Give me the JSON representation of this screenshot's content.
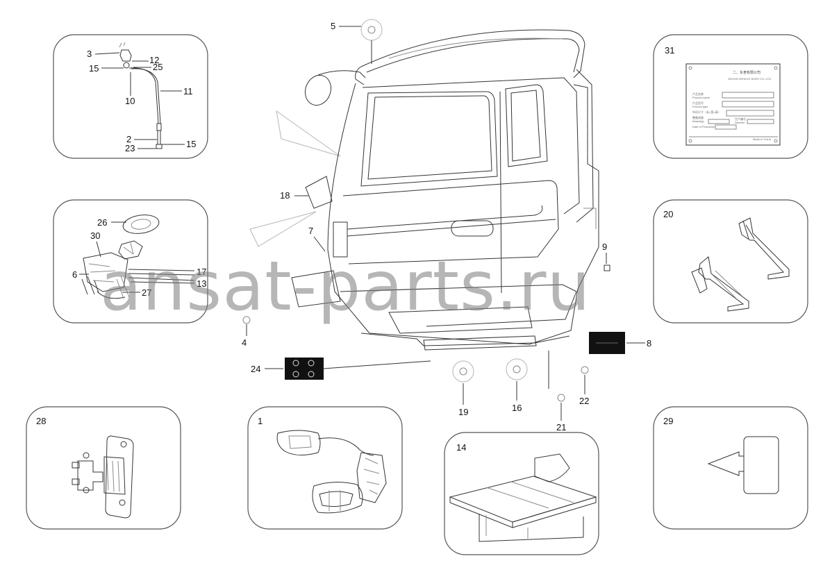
{
  "watermark": "ansat-parts.ru",
  "callouts": {
    "c1": "1",
    "c2": "2",
    "c3": "3",
    "c4": "4",
    "c5": "5",
    "c6": "6",
    "c7": "7",
    "c8": "8",
    "c9": "9",
    "c10": "10",
    "c11": "11",
    "c12": "12",
    "c13": "13",
    "c14": "14",
    "c15a": "15",
    "c15b": "15",
    "c16": "16",
    "c17": "17",
    "c18": "18",
    "c19": "19",
    "c20": "20",
    "c21": "21",
    "c22": "22",
    "c23": "23",
    "c24": "24",
    "c25": "25",
    "c26": "26",
    "c27": "27",
    "c28": "28",
    "c29": "29",
    "c30": "30",
    "c31": "31"
  },
  "nameplate": {
    "company_cn": "二、东舍有限公司",
    "company_en": "SHIYAN VEHICLE BODY CO.,LTD.",
    "row1_cn": "产品名称",
    "row1_en": "Product name",
    "row2_cn": "产品型号",
    "row2_en": "Product type",
    "row3_cn": "外形尺寸（长×宽×高）",
    "row4_cn": "整备质量",
    "row4_en": "Mass(kg)",
    "row5_cn": "生产编号",
    "row5_en": "Number",
    "row6_en": "Date of Production",
    "footer": "Made in China"
  }
}
